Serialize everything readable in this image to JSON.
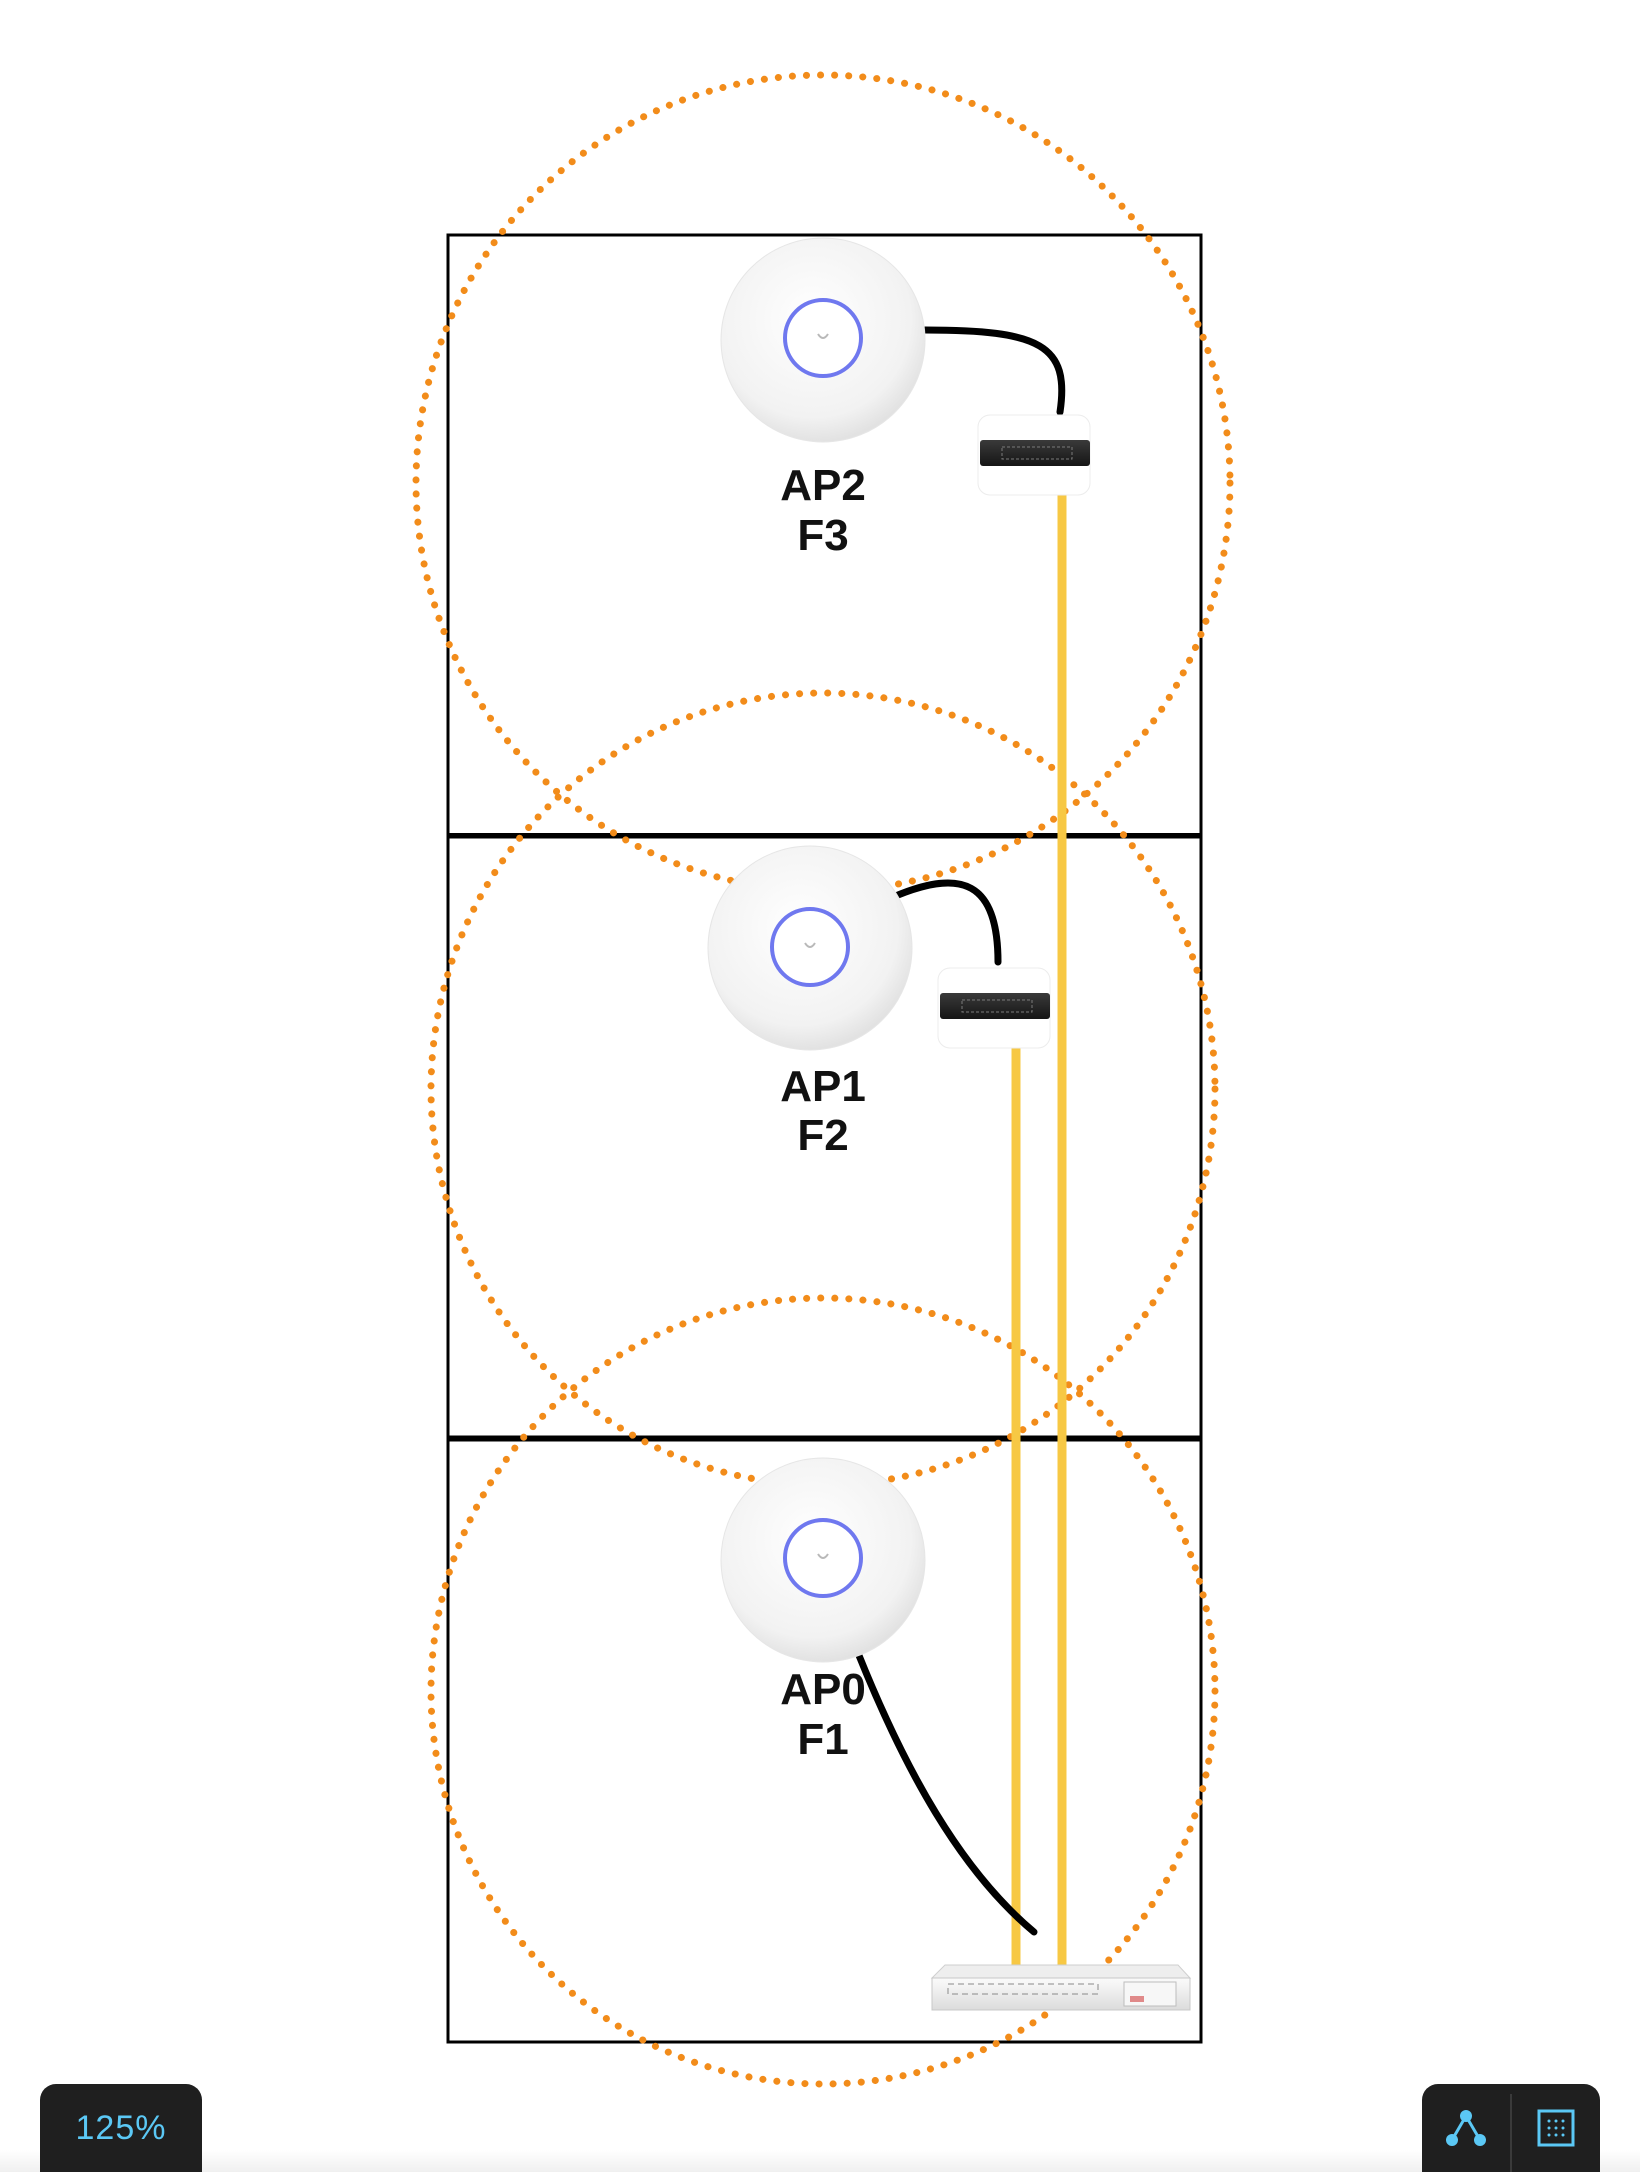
{
  "diagram": {
    "floors": [
      {
        "ap": "AP2",
        "floor": "F3"
      },
      {
        "ap": "AP1",
        "floor": "F2"
      },
      {
        "ap": "AP0",
        "floor": "F1"
      }
    ],
    "colors": {
      "coverage": "#f28c1a",
      "fiber": "#f7c844",
      "ethernet": "#000000",
      "ap_ring": "#6f78ef"
    },
    "icons": [
      "access-point-icon",
      "network-switch-icon",
      "router-icon"
    ]
  },
  "toolbar": {
    "zoom": "125%",
    "icons": [
      "connector-icon",
      "grid-icon"
    ]
  }
}
